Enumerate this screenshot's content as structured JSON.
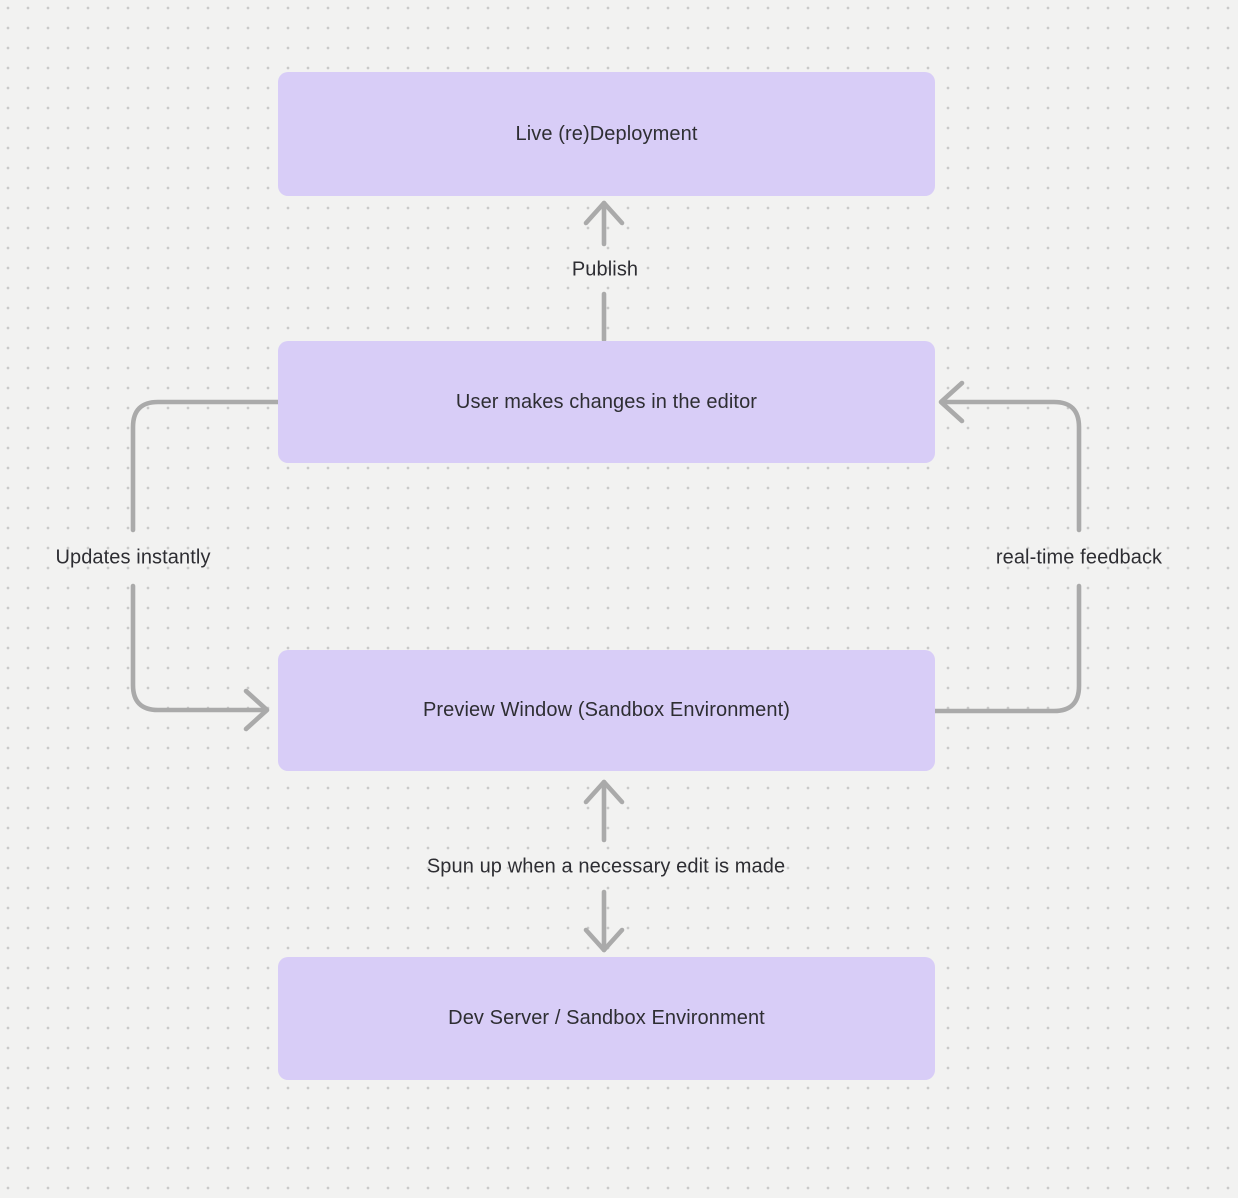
{
  "diagram": {
    "background_color": "#f2f2f1",
    "dot_color": "#c9c9c9",
    "node_fill_color": "#d8cdf7",
    "arrow_color": "#aaaaaa",
    "text_color": "#2e2e33"
  },
  "nodes": [
    {
      "label": "Live (re)Deployment"
    },
    {
      "label": "User makes changes in the editor"
    },
    {
      "label": "Preview Window (Sandbox Environment)"
    },
    {
      "label": "Dev Server / Sandbox Environment"
    }
  ],
  "edges": [
    {
      "label": "Publish"
    },
    {
      "label": "Updates instantly"
    },
    {
      "label": "real-time feedback"
    },
    {
      "label": "Spun up when a necessary edit is made"
    }
  ]
}
